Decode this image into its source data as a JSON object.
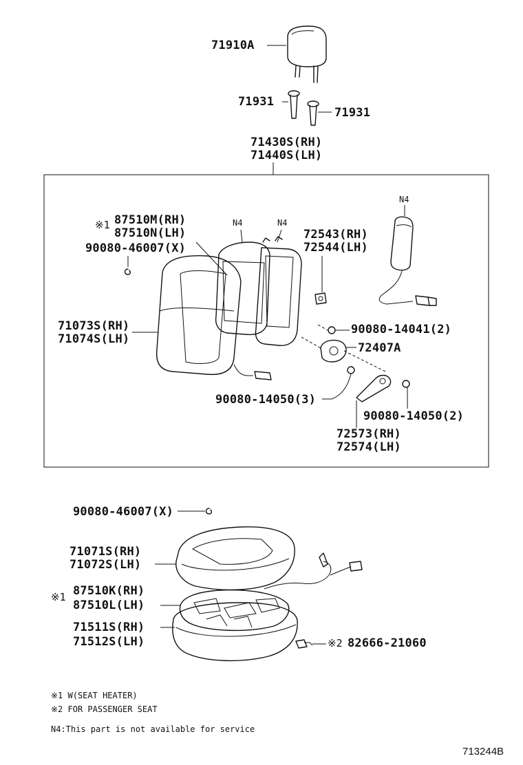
{
  "labels": {
    "headrest": "71910A",
    "support_left": "71931",
    "support_right": "71931",
    "back_frame_rh": "71430S(RH)",
    "back_frame_lh": "71440S(LH)",
    "back_heater_mark": "※1",
    "back_heater_rh": "87510M(RH)",
    "back_heater_lh": "87510N(LH)",
    "hog_ring_back": "90080-46007(X)",
    "n4_a": "N4",
    "n4_b": "N4",
    "n4_c": "N4",
    "hinge_cover_rh": "72543(RH)",
    "hinge_cover_lh": "72544(LH)",
    "back_cover_rh": "71073S(RH)",
    "back_cover_lh": "71074S(LH)",
    "screw_14041": "90080-14041(2)",
    "recliner": "72407A",
    "screw_14050_3": "90080-14050(3)",
    "screw_14050_2": "90080-14050(2)",
    "lever_rh": "72573(RH)",
    "lever_lh": "72574(LH)",
    "hog_ring_cushion": "90080-46007(X)",
    "cushion_cover_rh": "71071S(RH)",
    "cushion_cover_lh": "71072S(LH)",
    "cushion_heater_mark": "※1",
    "cushion_heater_rh": "87510K(RH)",
    "cushion_heater_lh": "87510L(LH)",
    "cushion_pad_rh": "71511S(RH)",
    "cushion_pad_lh": "71512S(LH)",
    "sensor_mark": "※2",
    "sensor": "82666-21060"
  },
  "notes": {
    "note1": "※1  W(SEAT HEATER)",
    "note2": "※2  FOR PASSENGER SEAT",
    "note3": "N4:This part is not available for service"
  },
  "diagram_id": "713244B"
}
